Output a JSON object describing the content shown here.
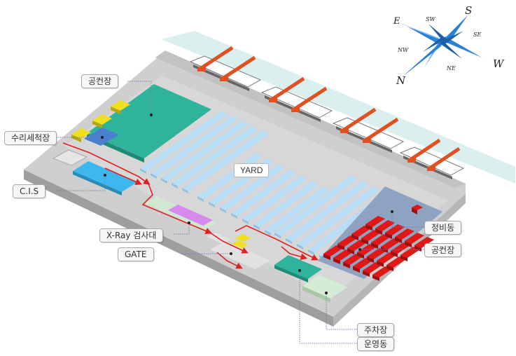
{
  "labels": {
    "container_yard_top": "공컨장",
    "repair_wash": "수리세척장",
    "cis": "C.I.S",
    "xray": "X-Ray 검사대",
    "gate": "GATE",
    "maintenance": "정비동",
    "container_yard_right": "공컨장",
    "parking": "주차장",
    "operations": "운영동",
    "yard": "YARD"
  },
  "compass": {
    "S": "S",
    "SW": "SW",
    "SE": "SE",
    "E": "E",
    "NW": "NW",
    "NE": "NE",
    "W": "W",
    "N": "N"
  },
  "colors": {
    "platform": "#cfcfcf",
    "platform_side": "#9e9e9e",
    "water": "#dcefef",
    "yard_block": "#b8ddf5",
    "empty_yard": "#2fb39a",
    "cis": "#3db8ee",
    "repair": "#4a7fd0",
    "xray": "#d889ee",
    "gate_booth": "#f0e020",
    "container_red": "#e01818",
    "maintenance_zone": "#8ea2c2",
    "crane": "#e05020",
    "route": "#dd2222",
    "compass_blue": "#2a7fd8"
  }
}
